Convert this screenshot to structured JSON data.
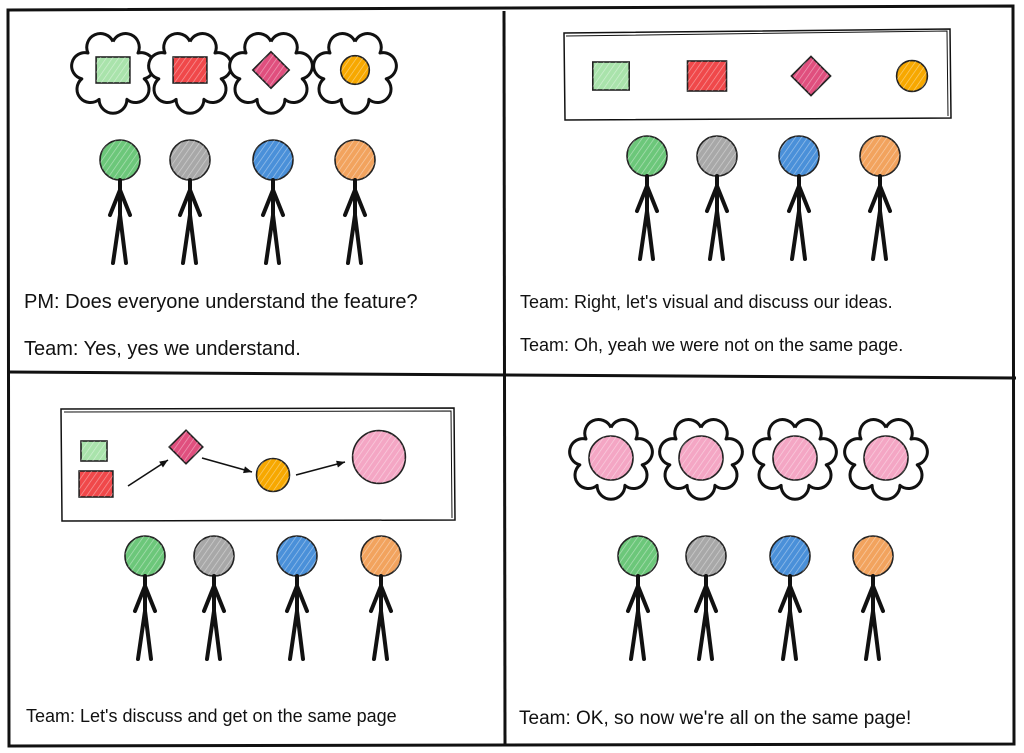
{
  "panels": [
    {
      "id": "p1",
      "lines": [
        "PM: Does everyone understand the feature?",
        "Team: Yes, yes we understand."
      ],
      "thoughts": [
        "square",
        "square",
        "diamond",
        "circle"
      ],
      "thought_colors": [
        "#a9e3ab",
        "#f0484a",
        "#e04f7e",
        "#f7a800"
      ],
      "people": [
        "#6cc77a",
        "#a8a8a8",
        "#4a90d9",
        "#f2a35e"
      ]
    },
    {
      "id": "p2",
      "lines": [
        "Team: Right, let's visual and discuss our ideas.",
        "Team: Oh, yeah we were not on the same page."
      ],
      "board": [
        "square",
        "square",
        "diamond",
        "circle"
      ],
      "board_colors": [
        "#a9e3ab",
        "#f0484a",
        "#e04f7e",
        "#f7a800"
      ],
      "people": [
        "#6cc77a",
        "#a8a8a8",
        "#4a90d9",
        "#f2a35e"
      ]
    },
    {
      "id": "p3",
      "lines": [
        "Team: Let's discuss and get on the same page"
      ],
      "board_colors": {
        "green": "#a9e3ab",
        "red": "#f0484a",
        "pink": "#e04f7e",
        "orange": "#f7a800",
        "result": "#f4a6c4"
      },
      "people": [
        "#6cc77a",
        "#a8a8a8",
        "#4a90d9",
        "#f2a35e"
      ]
    },
    {
      "id": "p4",
      "lines": [
        "Team: OK, so now we're all on the same page!"
      ],
      "thoughts": [
        "circle",
        "circle",
        "circle",
        "circle"
      ],
      "thought_colors": [
        "#f4a6c4",
        "#f4a6c4",
        "#f4a6c4",
        "#f4a6c4"
      ],
      "people": [
        "#6cc77a",
        "#a8a8a8",
        "#4a90d9",
        "#f2a35e"
      ]
    }
  ],
  "colors": {
    "ink": "#111111",
    "background": "#ffffff"
  }
}
